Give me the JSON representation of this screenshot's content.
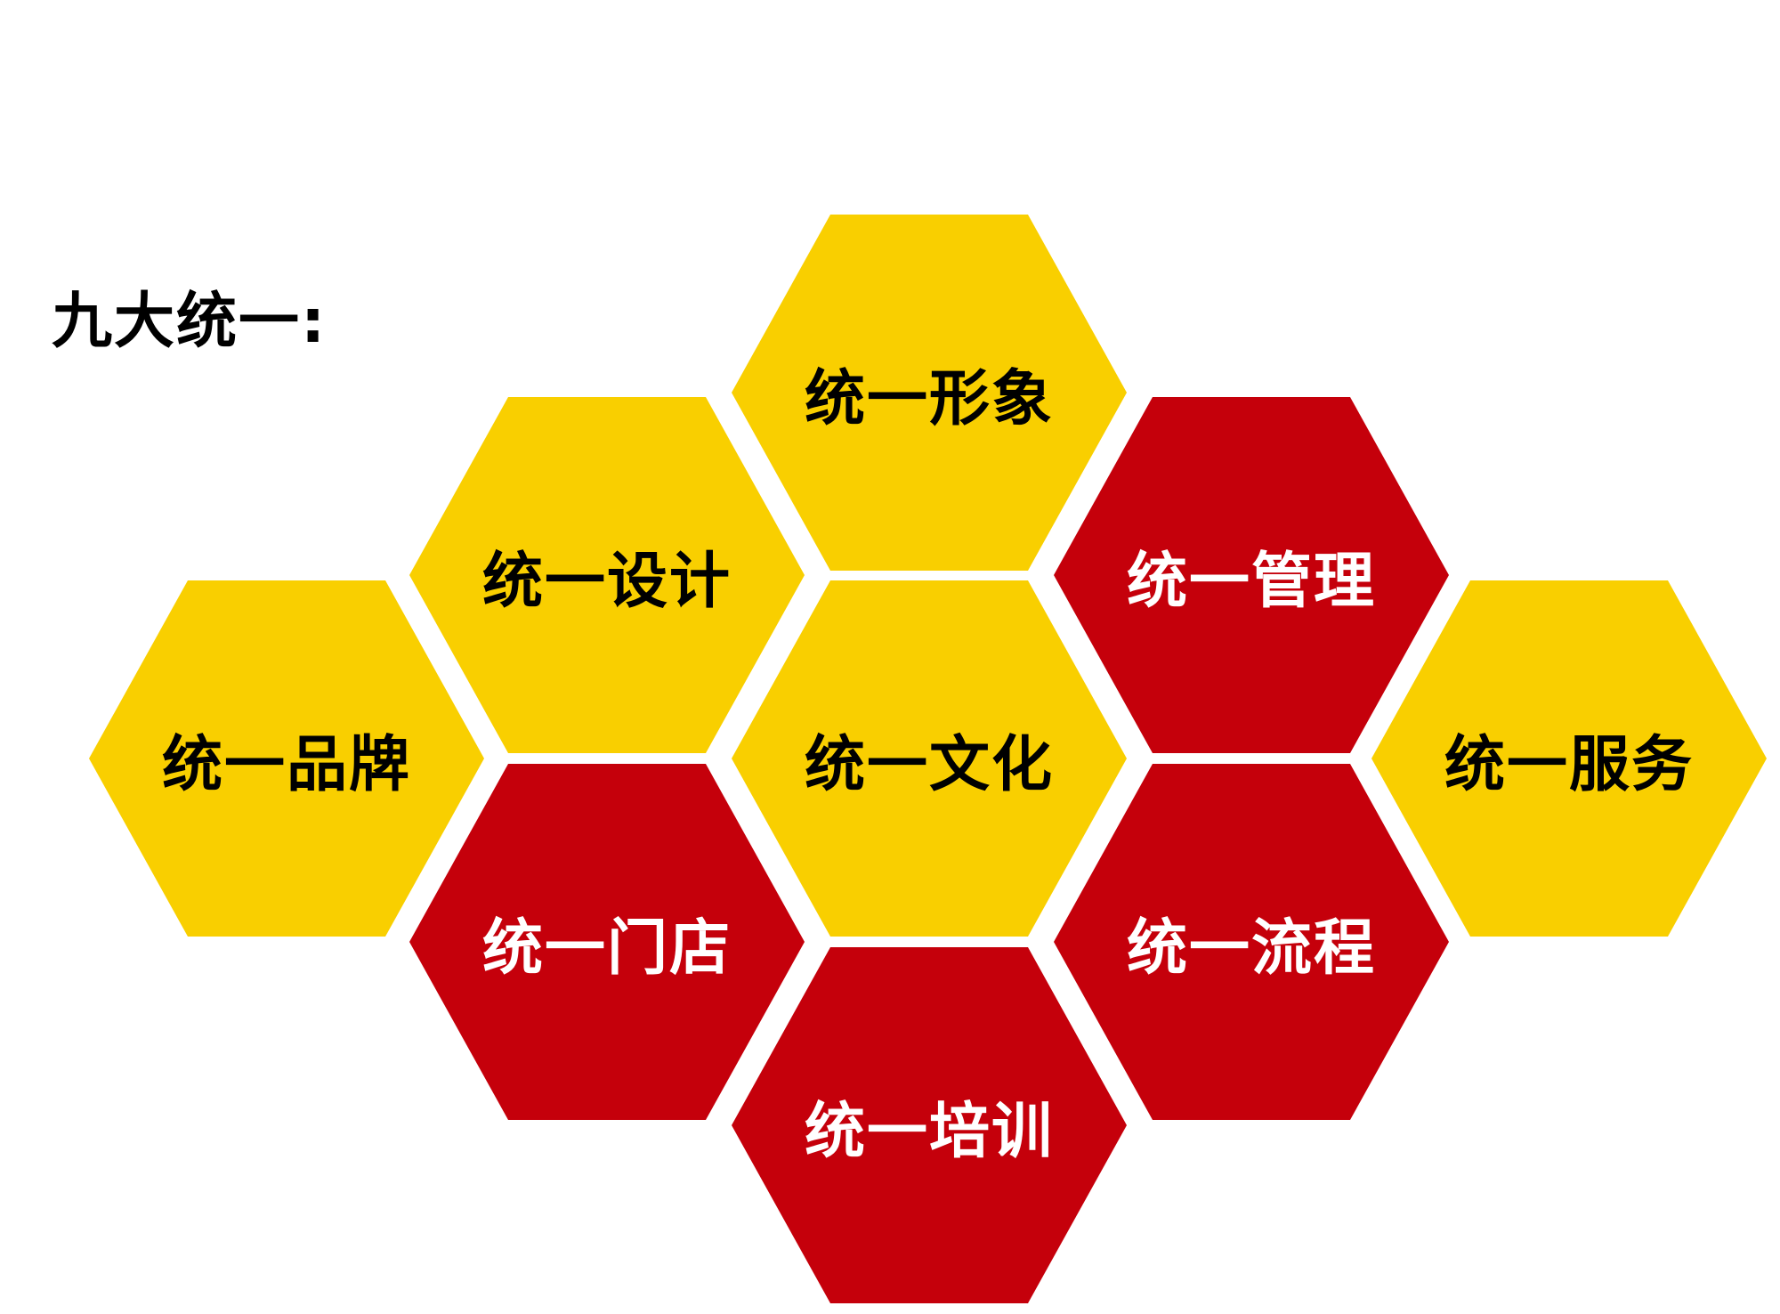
{
  "title": "九大统一:",
  "colors": {
    "yellow": "#f9cf00",
    "red": "#c5000b",
    "text_dark": "#000000",
    "text_light": "#ffffff"
  },
  "hexagons": [
    {
      "label": "统一形象",
      "color": "yellow"
    },
    {
      "label": "统一设计",
      "color": "yellow"
    },
    {
      "label": "统一管理",
      "color": "red"
    },
    {
      "label": "统一品牌",
      "color": "yellow"
    },
    {
      "label": "统一文化",
      "color": "yellow"
    },
    {
      "label": "统一服务",
      "color": "yellow"
    },
    {
      "label": "统一门店",
      "color": "red"
    },
    {
      "label": "统一流程",
      "color": "red"
    },
    {
      "label": "统一培训",
      "color": "red"
    }
  ]
}
